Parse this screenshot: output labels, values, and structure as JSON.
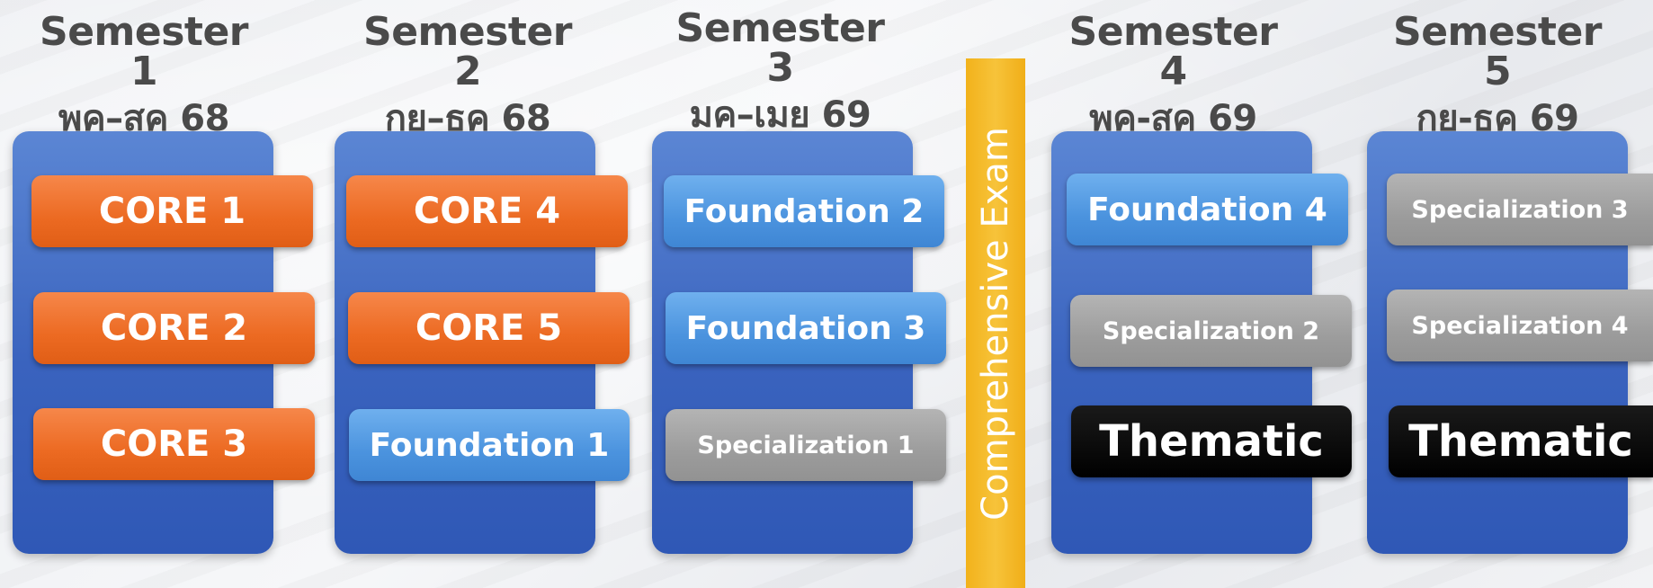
{
  "semesters": [
    {
      "title": "Semester 1",
      "period": "พค–สค 68",
      "courses": [
        {
          "label": "CORE 1"
        },
        {
          "label": "CORE 2"
        },
        {
          "label": "CORE 3"
        }
      ]
    },
    {
      "title": "Semester 2",
      "period": "กย–ธค 68",
      "courses": [
        {
          "label": "CORE 4"
        },
        {
          "label": "CORE 5"
        },
        {
          "label": "Foundation 1"
        }
      ]
    },
    {
      "title": "Semester 3",
      "period": "มค–เมย 69",
      "courses": [
        {
          "label": "Foundation 2"
        },
        {
          "label": "Foundation 3"
        },
        {
          "label": "Specialization 1"
        }
      ]
    },
    {
      "title": "Semester 4",
      "period": "พค-สค 69",
      "courses": [
        {
          "label": "Foundation 4"
        },
        {
          "label": "Specialization 2"
        },
        {
          "label": "Thematic"
        }
      ]
    },
    {
      "title": "Semester 5",
      "period": "กย-ธค 69",
      "courses": [
        {
          "label": "Specialization 3"
        },
        {
          "label": "Specialization 4"
        },
        {
          "label": "Thematic"
        }
      ]
    }
  ],
  "exam": {
    "label": "Comprehensive Exam"
  },
  "colors": {
    "column_blue": "#3a63be",
    "core_orange": "#ec6a22",
    "foundation_blue": "#4b93de",
    "specialization_gray": "#9c9c9c",
    "thematic_black": "#000000",
    "exam_yellow": "#f2b21b"
  }
}
